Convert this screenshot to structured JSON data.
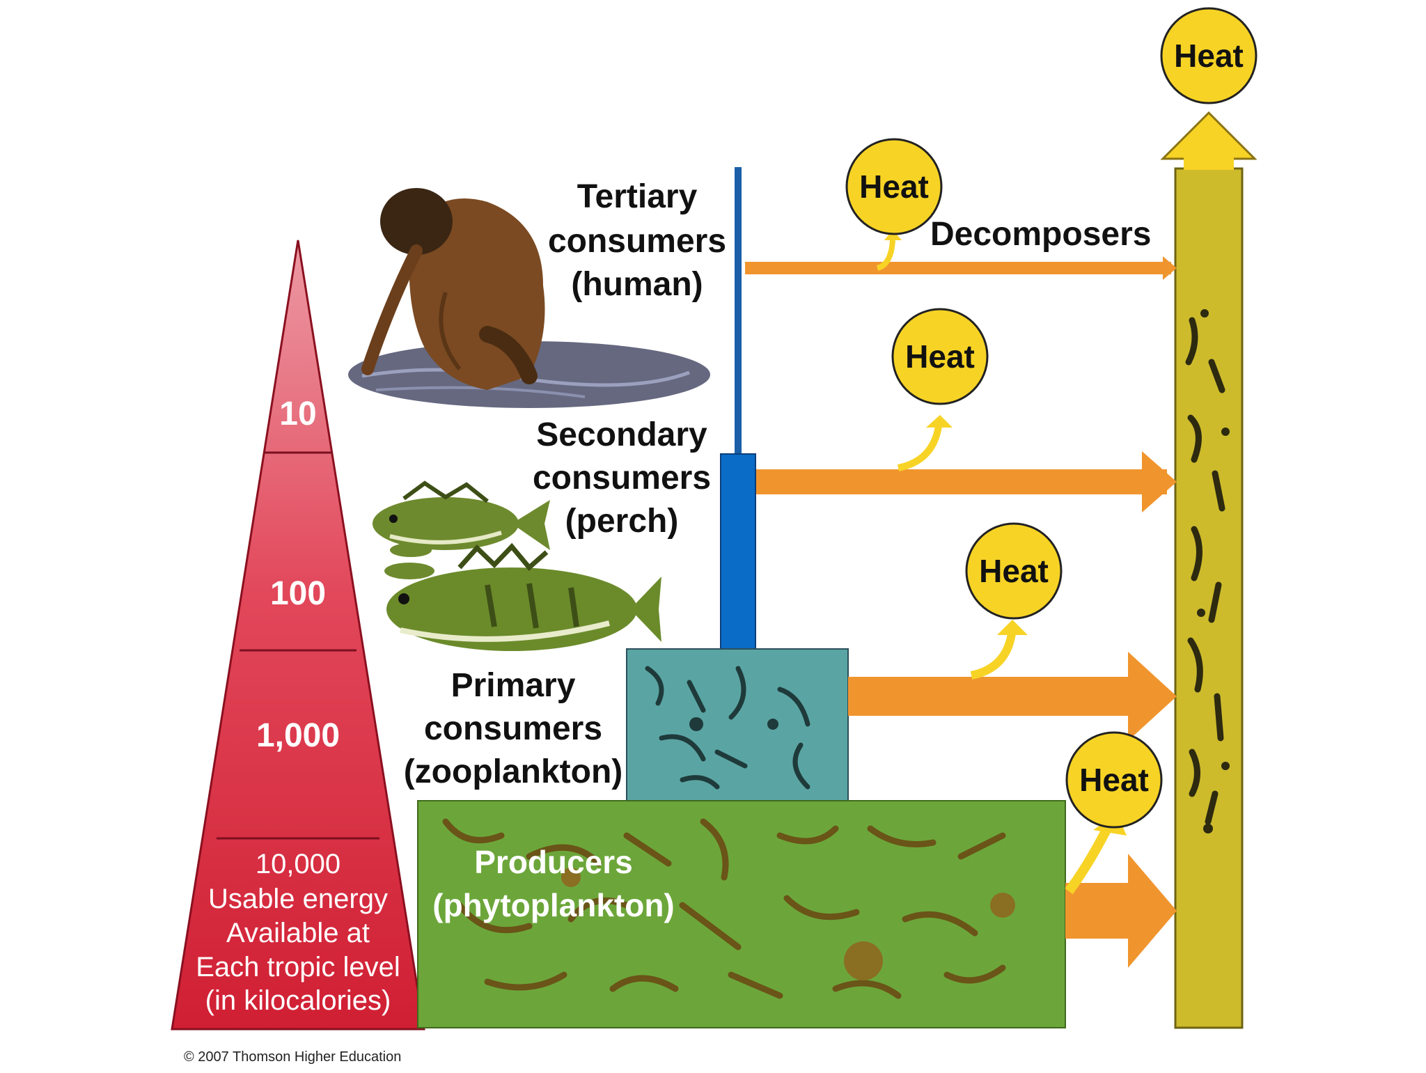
{
  "pyramid": {
    "levels": [
      "10",
      "100",
      "1,000"
    ],
    "base_lines": [
      "10,000",
      "Usable energy",
      "Available at",
      "Each tropic level",
      "(in kilocalories)"
    ]
  },
  "levels": {
    "tertiary": [
      "Tertiary",
      "consumers",
      "(human)"
    ],
    "secondary": [
      "Secondary",
      "consumers",
      "(perch)"
    ],
    "primary": [
      "Primary",
      "consumers",
      "(zooplankton)"
    ],
    "producers": [
      "Producers",
      "(phytoplankton)"
    ]
  },
  "decomposers": "Decomposers",
  "heat": "Heat",
  "credit": "© 2007 Thomson Higher Education",
  "colors": {
    "pyramid": "#d6283a",
    "arrow": "#f0952e",
    "heat": "#f7d325",
    "decomposer_bar": "#cdbb2c",
    "column": "#0a6cc7",
    "zooplankton": "#5aa5a4",
    "phytoplankton": "#6ca63a"
  }
}
